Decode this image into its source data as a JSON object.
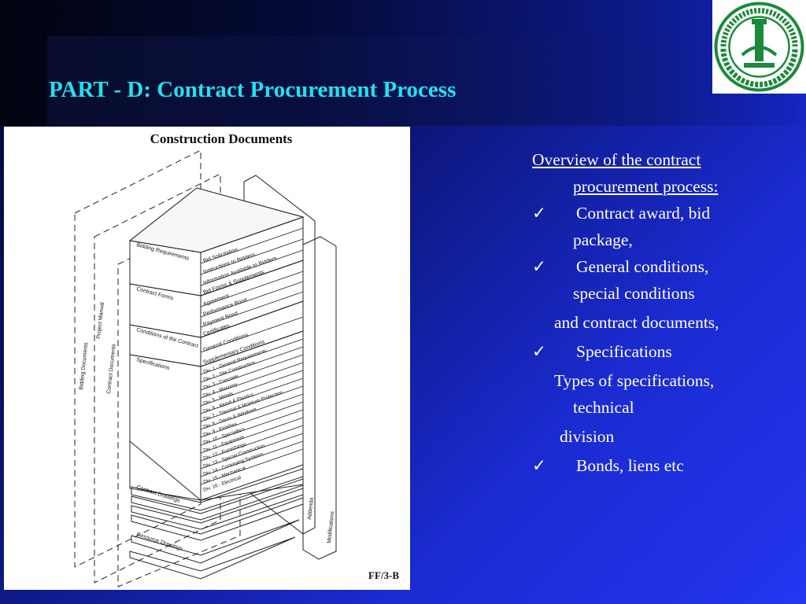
{
  "slide": {
    "title": "PART - D: Contract Procurement Process"
  },
  "figure": {
    "title": "Construction Documents",
    "code": "FF/3-B",
    "side_labels": [
      "Bidding Documents",
      "Project Manual",
      "Contract Documents"
    ],
    "right_labels": [
      "Addenda",
      "Modifications"
    ],
    "sections": [
      {
        "label": "Bidding Requirements",
        "items": [
          "Bid Solicitation",
          "Instructions to Bidders",
          "Information Available to Bidders",
          "Bid Forms & Supplements"
        ]
      },
      {
        "label": "Contract Forms",
        "items": [
          "Agreement",
          "Performance Bond",
          "Payment Bond",
          "Certificates"
        ]
      },
      {
        "label": "Conditions of the Contract",
        "items": [
          "General Conditions",
          "Supplementary Conditions"
        ]
      },
      {
        "label": "Specifications",
        "items": [
          "Div. 1 - General Requirements",
          "Div. 2 - Site Construction",
          "Div. 3 - Concrete",
          "Div. 4 - Masonry",
          "Div. 5 - Metals",
          "Div. 6 - Wood & Plastics",
          "Div. 7 - Thermal & Moisture Protection",
          "Div. 8 - Doors & Windows",
          "Div. 9 - Finishes",
          "Div. 10 - Specialties",
          "Div. 11 - Equipment",
          "Div. 12 - Furnishings",
          "Div. 13 - Special Construction",
          "Div. 14 - Conveying Systems",
          "Div. 15 - Mechanical",
          "Div. 16 - Electrical"
        ]
      }
    ],
    "bottom_labels": [
      "Contract Drawings",
      "Resource Drawings"
    ]
  },
  "body": {
    "heading_line1": "Overview of  the contract",
    "heading_line2": "procurement  process:",
    "check_glyph": "✓",
    "b1_line1": "Contract award, bid",
    "b1_line2": "package,",
    "b2_line1": "General conditions,",
    "b2_line2": "special conditions",
    "b2_line3": "and contract documents,",
    "b3_line1": "Specifications",
    "b3_line2": "Types of  specifications,",
    "b3_line3": "technical",
    "b3_line4": "division",
    "b4_line1": "Bonds, liens etc"
  }
}
